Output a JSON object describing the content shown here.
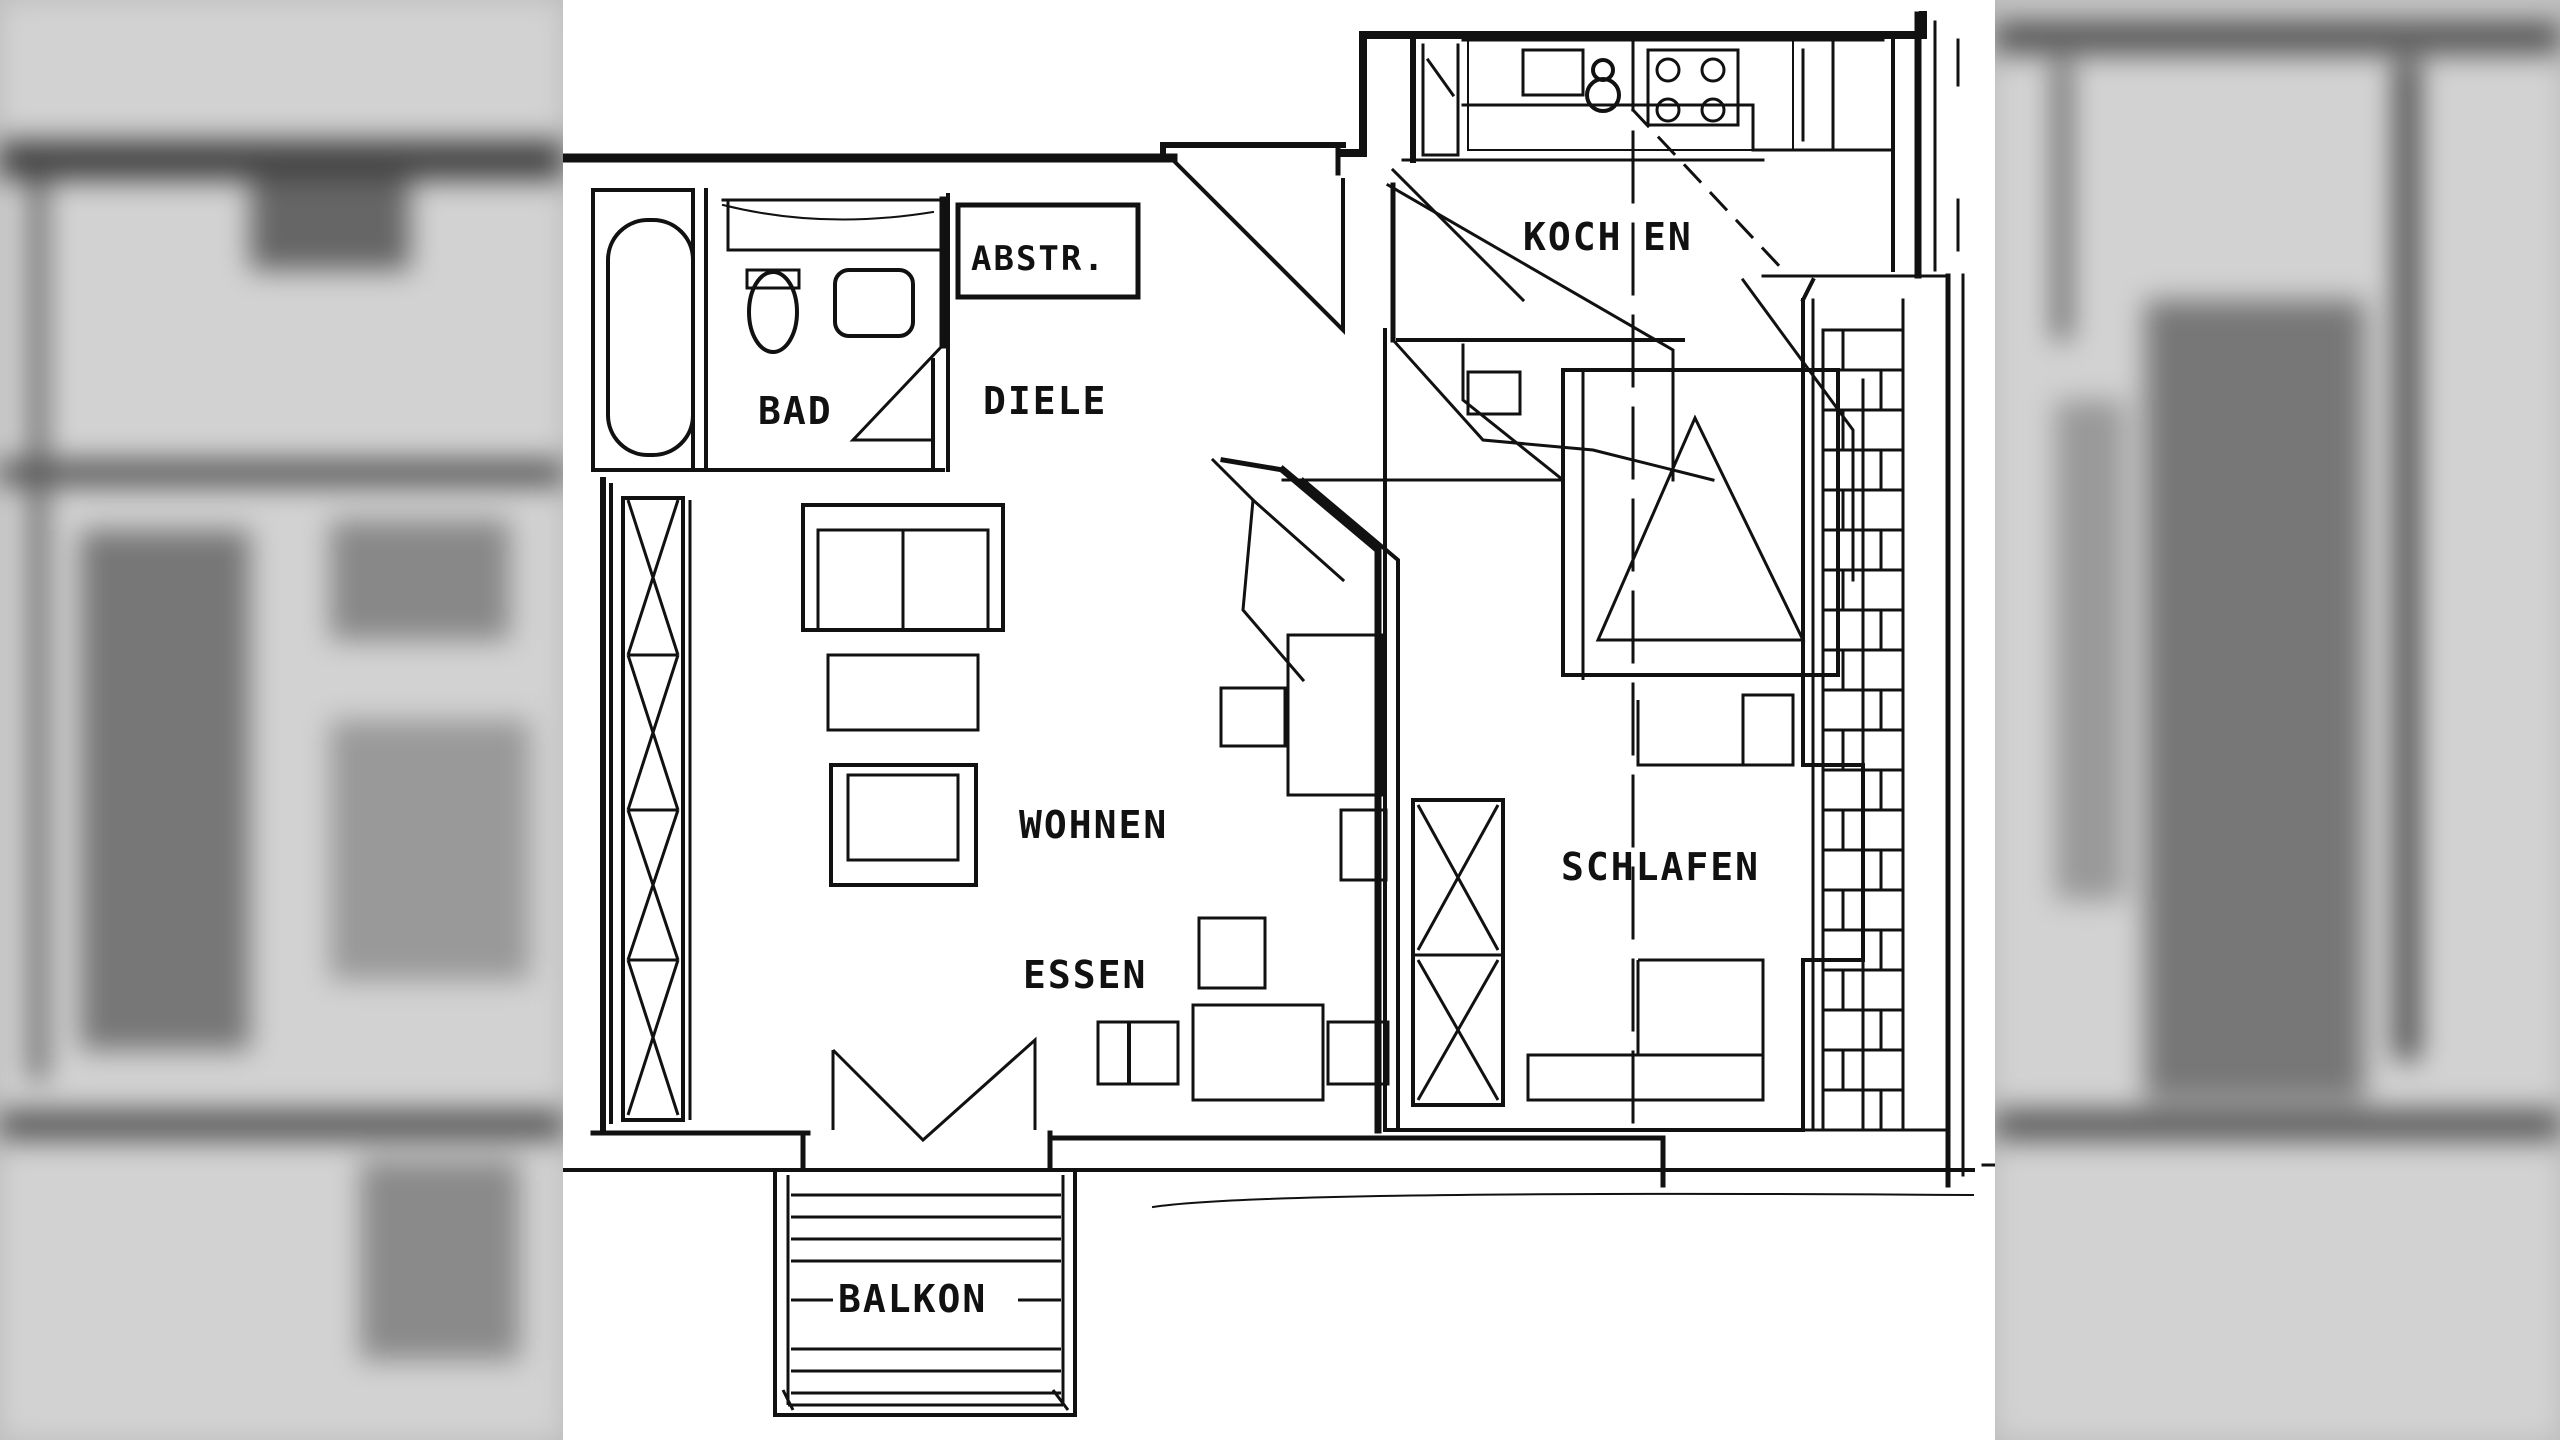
{
  "plan": {
    "rooms": {
      "bad": "BAD",
      "abstr": "ABSTR.",
      "diele": "DIELE",
      "kochen_left": "KOCH",
      "kochen_right": "EN",
      "wohnen": "WOHNEN",
      "essen": "ESSEN",
      "schlafen": "SCHLAFEN",
      "balkon": "BALKON"
    }
  }
}
